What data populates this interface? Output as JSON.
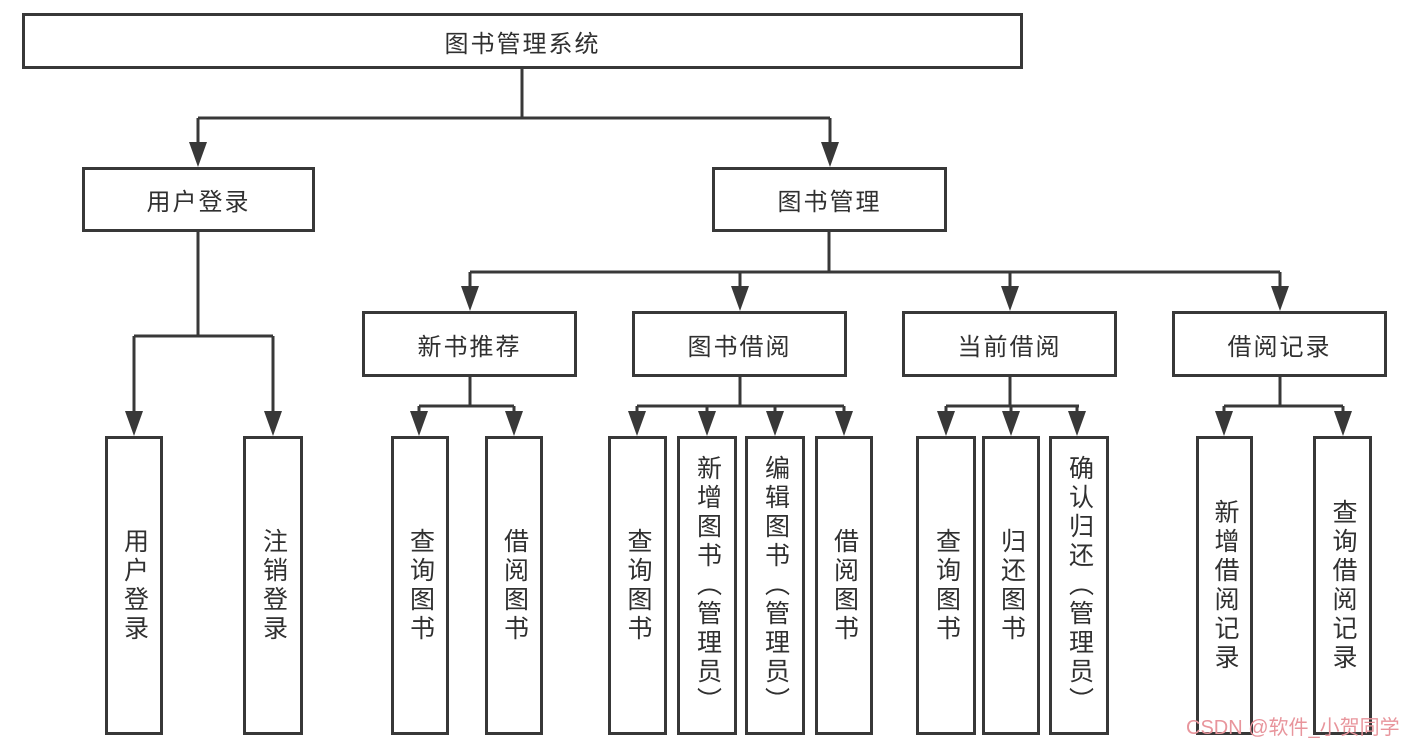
{
  "diagram_title": "图书管理系统",
  "colors": {
    "line": "#383838",
    "box_border": "#383838",
    "text": "#303030",
    "background": "#ffffff",
    "watermark": "#e8959c"
  },
  "nodes": {
    "root": "图书管理系统",
    "user_login": "用户登录",
    "book_mgmt": "图书管理",
    "new_book_rec": "新书推荐",
    "book_borrow": "图书借阅",
    "current_borrow": "当前借阅",
    "borrow_records": "借阅记录",
    "leaf_user_login": "用户登录",
    "leaf_logout": "注销登录",
    "rec_query_books": "查询图书",
    "rec_borrow_books": "借阅图书",
    "borrow_query_books": "查询图书",
    "borrow_add_books": "新增图书（管理员）",
    "borrow_edit_books": "编辑图书（管理员）",
    "borrow_borrow_books": "借阅图书",
    "current_query_books": "查询图书",
    "current_return_books": "归还图书",
    "current_confirm_return": "确认归还（管理员）",
    "records_add": "新增借阅记录",
    "records_query": "查询借阅记录"
  },
  "hierarchy": {
    "图书管理系统": {
      "用户登录": [
        "用户登录",
        "注销登录"
      ],
      "图书管理": {
        "新书推荐": [
          "查询图书",
          "借阅图书"
        ],
        "图书借阅": [
          "查询图书",
          "新增图书（管理员）",
          "编辑图书（管理员）",
          "借阅图书"
        ],
        "当前借阅": [
          "查询图书",
          "归还图书",
          "确认归还（管理员）"
        ],
        "借阅记录": [
          "新增借阅记录",
          "查询借阅记录"
        ]
      }
    }
  },
  "watermark": {
    "text": "CSDN @软件_小贺同学"
  }
}
